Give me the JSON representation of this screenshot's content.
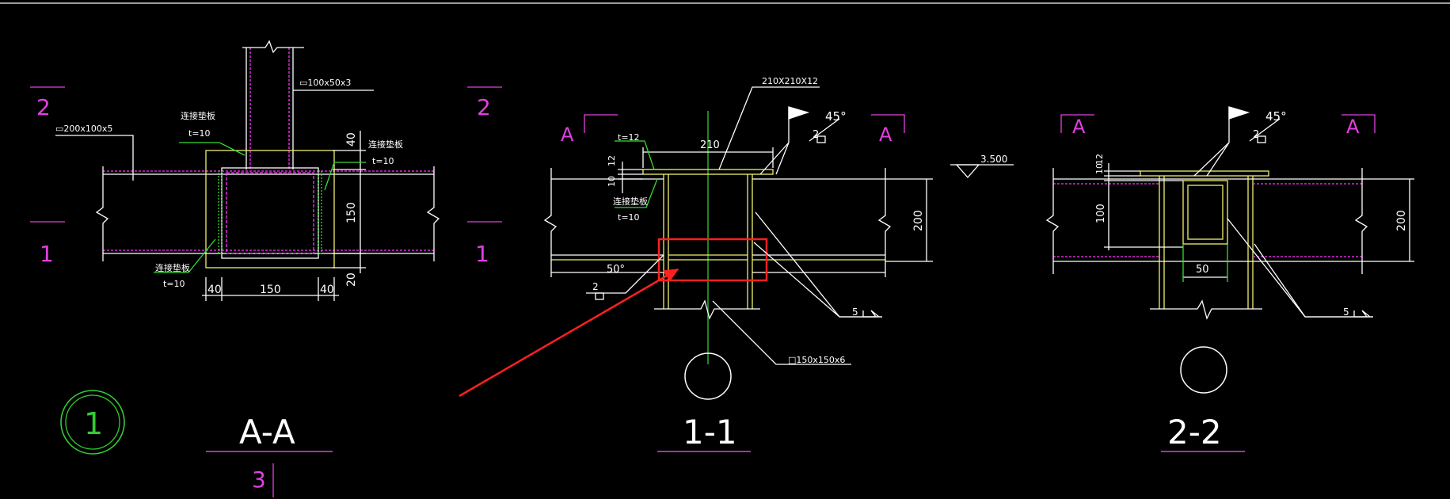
{
  "colors": {
    "background": "#000000",
    "steel": "#f0f070",
    "outline": "#ffffff",
    "hidden": "#ff33ff",
    "centerline": "#33cc33",
    "annotation": "#33dd33",
    "section_mark": "#e040e0",
    "highlight": "#ff2020"
  },
  "view_aa": {
    "title": "A-A",
    "sheet": "3",
    "callout": "1",
    "cut_2_top": "2",
    "cut_1_bottom": "1",
    "cut_2_top_right": "2",
    "cut_1_bottom_right": "1",
    "lbl_top_tube": "▭100x50x3",
    "lbl_beam": "▭200x100x5",
    "lbl_plate_a": "连接垫板",
    "lbl_plate_a_t": "t=10",
    "lbl_plate_b": "连接垫板",
    "lbl_plate_b_t": "t=10",
    "lbl_plate_c": "连接垫板",
    "lbl_plate_c_t": "t=10",
    "dim_40_top": "40",
    "dim_150_v": "150",
    "dim_20_v": "20",
    "dim_40_left": "40",
    "dim_150_h": "150",
    "dim_40_right": "40"
  },
  "view_11": {
    "title": "1-1",
    "section_a_left": "A",
    "section_a_right": "A",
    "lbl_plate_size": "210X210X12",
    "lbl_t12": "t=12",
    "lbl_dim_210": "210",
    "lbl_12": "12",
    "lbl_10": "10",
    "lbl_plate": "连接垫板",
    "lbl_plate_t": "t=10",
    "lbl_elev": "3.500",
    "lbl_dim_200": "200",
    "lbl_weld_2": "2",
    "lbl_weld_45": "45°",
    "lbl_weld_50_2": "2",
    "lbl_weld_50": "50°",
    "lbl_weld_5": "5",
    "lbl_column": "□150x150x6"
  },
  "view_22": {
    "title": "2-2",
    "section_a_left": "A",
    "section_a_right": "A",
    "lbl_10": "10",
    "lbl_12": "12",
    "lbl_100": "100",
    "lbl_50": "50",
    "lbl_200": "200",
    "lbl_weld_2": "2",
    "lbl_weld_45": "45°",
    "lbl_weld_5": "5"
  }
}
